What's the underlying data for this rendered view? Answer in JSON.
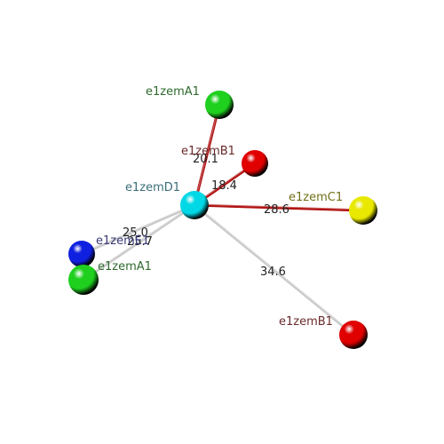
{
  "atoms": [
    {
      "id": "center",
      "label": "e1zemD1",
      "color": "#00d8e6",
      "label_color": "#3b6e78"
    },
    {
      "id": "a1_top",
      "label": "e1zemA1",
      "color": "#1fd01f",
      "label_color": "#2e6a2e"
    },
    {
      "id": "b1_upper",
      "label": "e1zemB1",
      "color": "#e00000",
      "label_color": "#6a2a2a"
    },
    {
      "id": "c1",
      "label": "e1zemC1",
      "color": "#e8e800",
      "label_color": "#707018"
    },
    {
      "id": "b1_lower",
      "label": "e1zemB1",
      "color": "#e00000",
      "label_color": "#6a2a2a"
    },
    {
      "id": "blue",
      "label": "e1zemE1",
      "color": "#1020e0",
      "label_color": "#3a3a7a"
    },
    {
      "id": "a1_left",
      "label": "e1zemA1",
      "color": "#1fd01f",
      "label_color": "#2e6a2e"
    }
  ],
  "bonds": [
    {
      "to": "a1_top",
      "distance": "20.1",
      "color": "#b01010"
    },
    {
      "to": "b1_upper",
      "distance": "18.4",
      "color": "#b01010"
    },
    {
      "to": "c1",
      "distance": "28.6",
      "color": "#b01010"
    },
    {
      "to": "b1_lower",
      "distance": "34.6",
      "color": "#c8c8c8"
    },
    {
      "to": "blue",
      "distance": "25.0",
      "color": "#c8c8c8"
    },
    {
      "to": "a1_left",
      "distance": "25.7",
      "color": "#c8c8c8"
    }
  ]
}
